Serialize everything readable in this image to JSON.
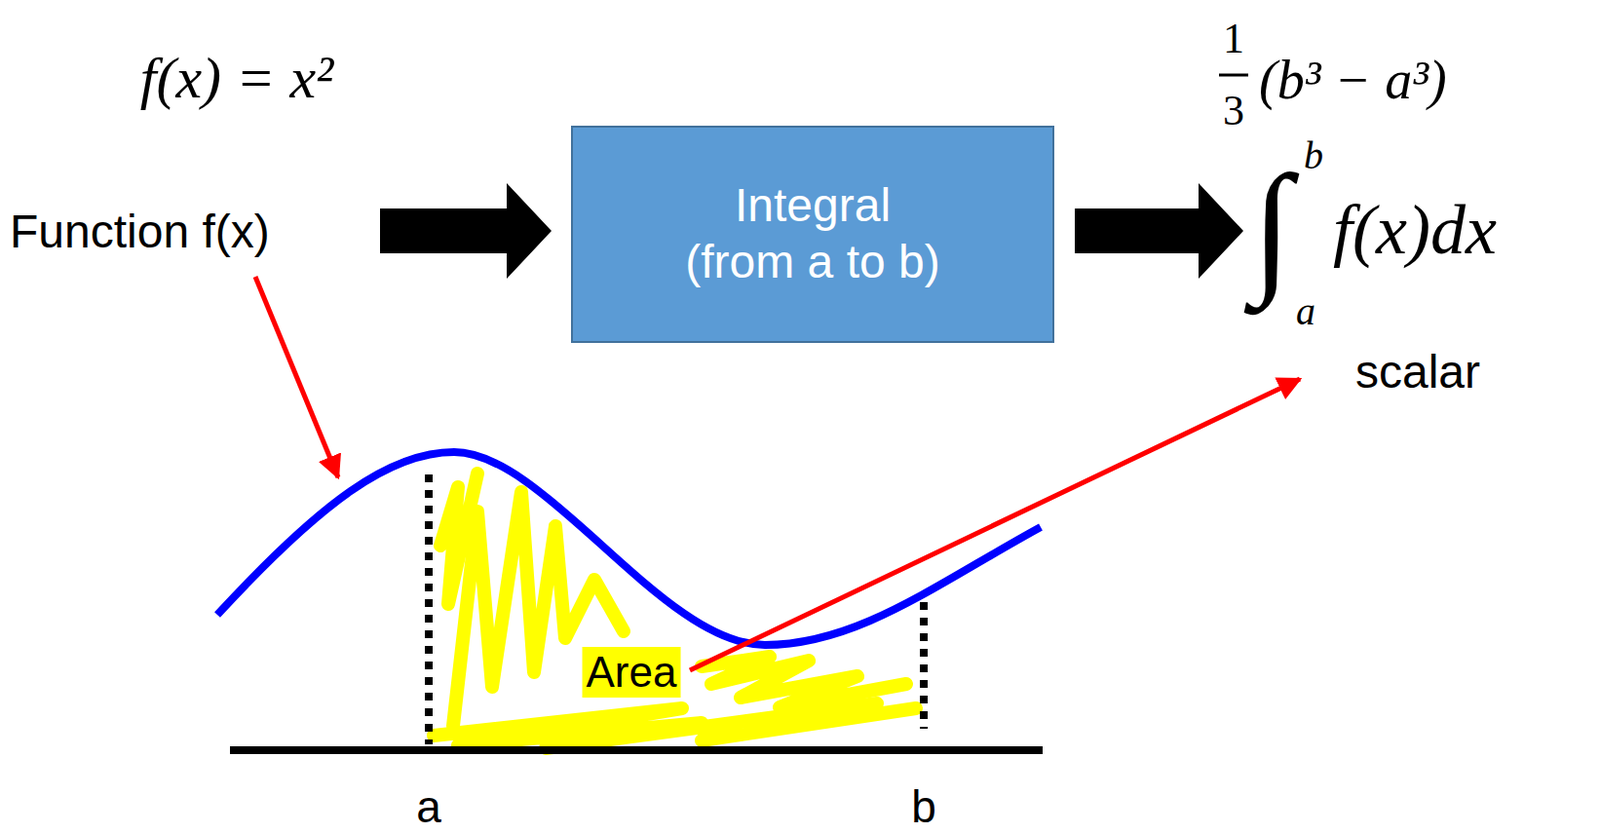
{
  "diagram": {
    "nodes": [
      {
        "text": [
          "Integral (from a to b)"
        ]
      }
    ],
    "labels": [
      "f(x) = x²",
      "Function f(x)",
      "1",
      "3",
      "(b³ − a³)",
      "∫",
      "b",
      "a",
      "f(x)dx",
      "scalar",
      "Area",
      "a",
      "b"
    ]
  }
}
